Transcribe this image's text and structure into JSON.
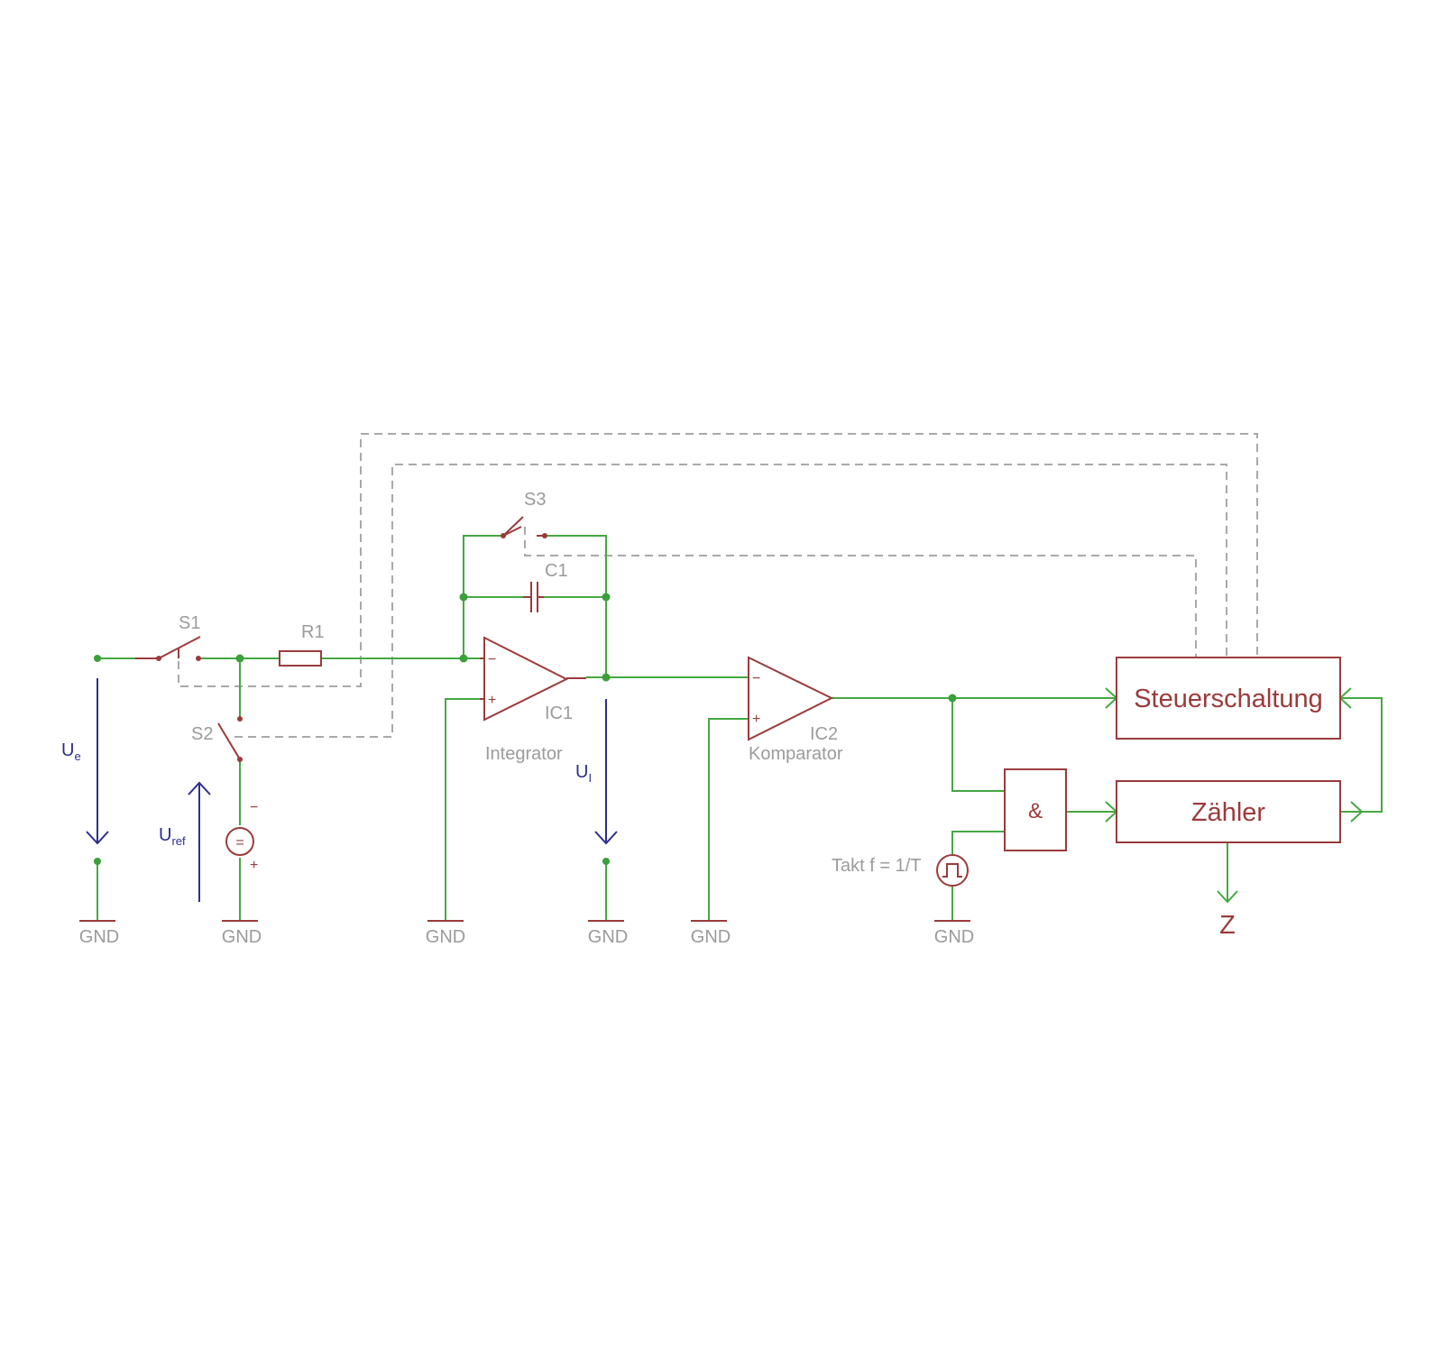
{
  "labels": {
    "s1": "S1",
    "s2": "S2",
    "s3": "S3",
    "r1": "R1",
    "c1": "C1",
    "ic1": "IC1",
    "ic2": "IC2",
    "integrator": "Integrator",
    "komparator": "Komparator",
    "takt": "Takt f = 1/T",
    "gnd": "GND"
  },
  "voltages": {
    "ue_main": "U",
    "ue_sub": "e",
    "uref_main": "U",
    "uref_sub": "ref",
    "ui_main": "U",
    "ui_sub": "I"
  },
  "symbols": {
    "minus": "−",
    "plus": "+",
    "and_gate": "&",
    "dc_source": "="
  },
  "blocks": {
    "steuerschaltung": "Steuerschaltung",
    "zaehler": "Zähler",
    "output": "Z"
  },
  "colors": {
    "wire": "#46a843",
    "component": "#9b3b3b",
    "mechanical_link": "#a9a9a9",
    "voltage_arrow": "#2e2e8c",
    "label": "#9b9b9b"
  }
}
